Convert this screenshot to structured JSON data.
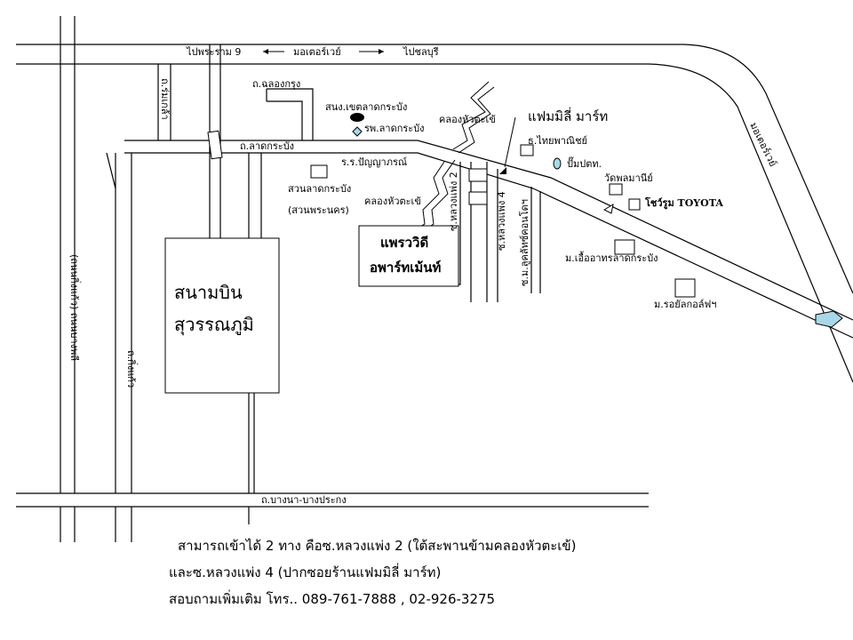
{
  "labels": {
    "to_rama9": "ไปพระราม 9",
    "motorway": "มอเตอร์เวย์",
    "to_chonburi": "ไปชลบุรี",
    "motorway_vertical": "มอเตอร์เวย์",
    "chalong_krung": "ถ.ฉลองกรุง",
    "lat_krabang_road": "ถ.ลาดกระบัง",
    "romklao_road": "ถ.ร่มเกล้า",
    "lat_krabang_police": "สนง.เขตลาดกระบัง",
    "lat_krabang_hospital": "รพ.ลาดกระบัง",
    "hua_takhe_canal_top": "คลองหัวตะเข้",
    "hua_takhe_canal_mid": "คลองหัวตะเข้",
    "family_mart": "แฟมมิลี่ มาร์ท",
    "thai_panich": "ธ.ไทยพาณิชย์",
    "ptt_station": "ปั๊มปตท.",
    "wat_phloen": "วัดพลมานีย์",
    "toyota_showroom": "โชว์รูม TOYOTA",
    "panya_school": "ร.ร.ปัญญาภรณ์",
    "suan_lat_krabang": "สวนลาดกระบัง",
    "suan_phranakhon": "(สวนพระนคร)",
    "soi_luang_phaeng_2": "ซ.หลวงแพ่ง 2",
    "soi_luang_phaeng_4": "ซ.หลวงแพ่ง 4",
    "soi_mu_ban": "ซ.ม.ลูคลัทซ์คอนโดฯ",
    "ua_arthon": "ม.เอื้ออาทรลาดกระบัง",
    "royal_park": "ม.รอยัลกอล์ฟฯ",
    "building_name_1": "แพรววิดี",
    "building_name_2": "อพาร์ทเม้นท์",
    "airport_1": "สนามบิน",
    "airport_2": "สุวรรณภูมิ",
    "kingkaew_road": "(ถนนกิ่งแก้ว) ถนนบางพลี",
    "kingkaew_road_2": "ถ.กิ่งแก้ว",
    "bangna_road": "ถ.บางนา-บางประกง"
  },
  "directions": {
    "line1": "สามารถเข้าได้ 2 ทาง คือซ.หลวงแพ่ง 2 (ใต้สะพานข้ามคลองหัวตะเข้)",
    "line2": "และซ.หลวงแพ่ง 4 (ปากซอยร้านแฟมมิลี่ มาร์ท)",
    "line3": "สอบถามเพิ่มเติม โทร.. 089-761-7888 , 02-926-3275"
  },
  "colors": {
    "ink": "#000000",
    "water": "#a8d8e8",
    "paper": "#ffffff"
  }
}
